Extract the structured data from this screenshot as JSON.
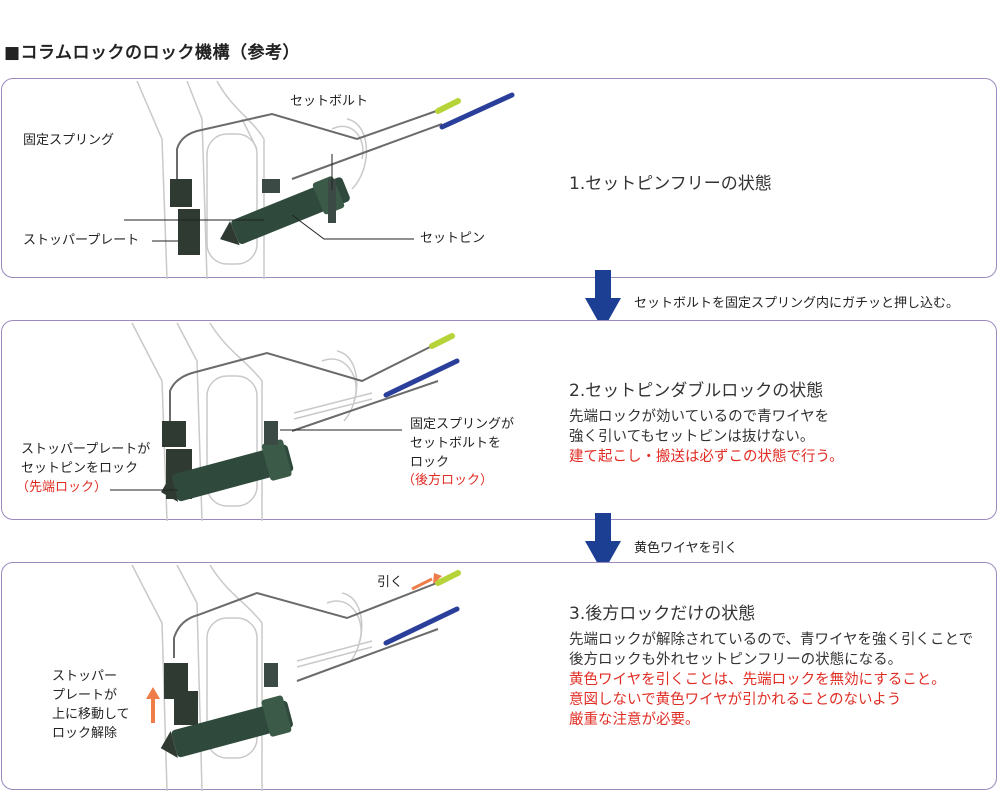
{
  "title": "■コラムロックのロック機構（参考）",
  "panels": [
    {
      "state_title": "1.セットピンフリーの状態",
      "labels": {
        "set_bolt": "セットボルト",
        "fixed_spring": "固定スプリング",
        "stopper_plate": "ストッパープレート",
        "set_pin": "セットピン"
      }
    },
    {
      "state_title": "2.セットピンダブルロックの状態",
      "desc_lines": [
        "先端ロックが効いているので青ワイヤを",
        "強く引いてもセットピンは抜けない。"
      ],
      "desc_red": "建て起こし・搬送は必ずこの状態で行う。",
      "labels": {
        "stopper_lock_1": "ストッパープレートが",
        "stopper_lock_2": "セットピンをロック",
        "stopper_lock_red": "（先端ロック）",
        "spring_lock_1": "固定スプリングが",
        "spring_lock_2": "セットボルトを",
        "spring_lock_3": "ロック",
        "spring_lock_red": "（後方ロック）"
      }
    },
    {
      "state_title": "3.後方ロックだけの状態",
      "desc_lines": [
        "先端ロックが解除されているので、青ワイヤを強く引くことで",
        "後方ロックも外れセットピンフリーの状態になる。"
      ],
      "desc_red_lines": [
        "黄色ワイヤを引くことは、先端ロックを無効にすること。",
        "意図しないで黄色ワイヤが引かれることのないよう",
        "厳重な注意が必要。"
      ],
      "labels": {
        "pull": "引く",
        "stopper_move_1": "ストッパー",
        "stopper_move_2": "プレートが",
        "stopper_move_3": "上に移動して",
        "stopper_move_4": "ロック解除"
      }
    }
  ],
  "steps": [
    "セットボルトを固定スプリング内にガチッと押し込む。",
    "黄色ワイヤを引く"
  ],
  "colors": {
    "panel_border": "#9c8bbf",
    "arrow": "#1c3f94",
    "red": "#e02d24",
    "yellow_wire": "#b7d33a",
    "blue_wire": "#2a3f9a",
    "pin_dark": "#2f4a3c",
    "pull_arrow": "#ef7d4a"
  }
}
